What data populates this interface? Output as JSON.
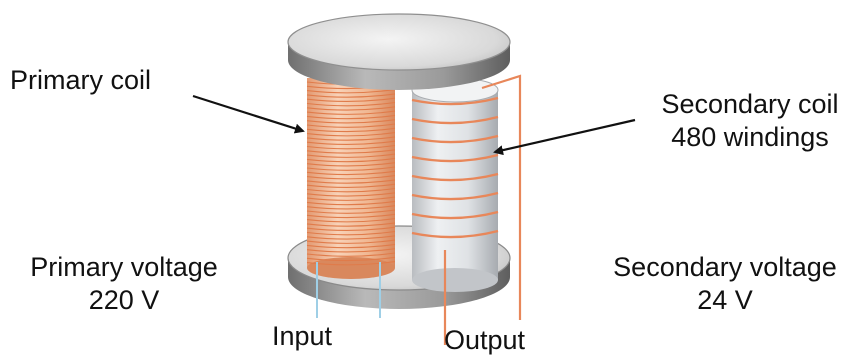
{
  "labels": {
    "primary_coil": "Primary coil",
    "secondary_coil_line1": "Secondary coil",
    "secondary_coil_line2": "480 windings",
    "primary_voltage_line1": "Primary voltage",
    "primary_voltage_line2": "220 V",
    "secondary_voltage_line1": "Secondary voltage",
    "secondary_voltage_line2": "24 V",
    "input": "Input",
    "output": "Output"
  },
  "colors": {
    "copper_wire": "#e8875a",
    "primary_coil_fill": "#f3c2a2",
    "input_wire": "#9fcfe6",
    "metal_light": "#e6e6e6",
    "metal_dark": "#8a8a8a"
  }
}
